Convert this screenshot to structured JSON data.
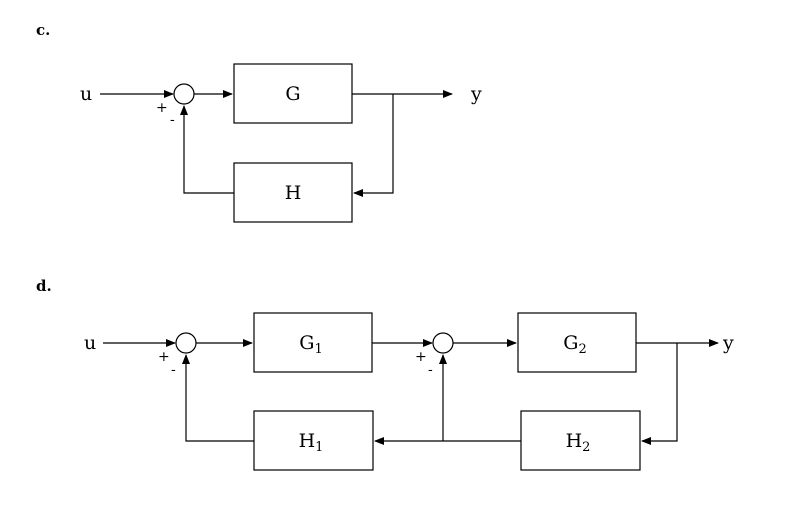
{
  "diagram_c": {
    "label": "c.",
    "input": "u",
    "output": "y",
    "forward_block": "G",
    "feedback_block": "H",
    "sum_plus": "+",
    "sum_minus": "-"
  },
  "diagram_d": {
    "label": "d.",
    "input": "u",
    "output": "y",
    "block_g1": {
      "main": "G",
      "sub": "1"
    },
    "block_g2": {
      "main": "G",
      "sub": "2"
    },
    "block_h1": {
      "main": "H",
      "sub": "1"
    },
    "block_h2": {
      "main": "H",
      "sub": "2"
    },
    "sum1_plus": "+",
    "sum1_minus": "-",
    "sum2_plus": "+",
    "sum2_minus": "-"
  }
}
